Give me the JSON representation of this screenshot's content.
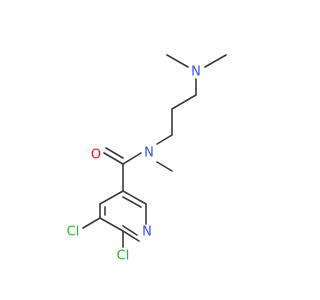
{
  "molecule": {
    "atoms": {
      "oxygen": {
        "label": "O"
      },
      "amide_nitrogen": {
        "label": "N"
      },
      "amine_nitrogen": {
        "label": "N"
      },
      "pyridine_nitrogen": {
        "label": "N"
      },
      "chlorine_5": {
        "label": "Cl"
      },
      "chlorine_6": {
        "label": "Cl"
      }
    }
  },
  "colors": {
    "bond": "#3a3a3a",
    "oxygen": "#ff0d0d",
    "nitrogen": "#3050f8",
    "chlorine": "#1fc01f"
  }
}
